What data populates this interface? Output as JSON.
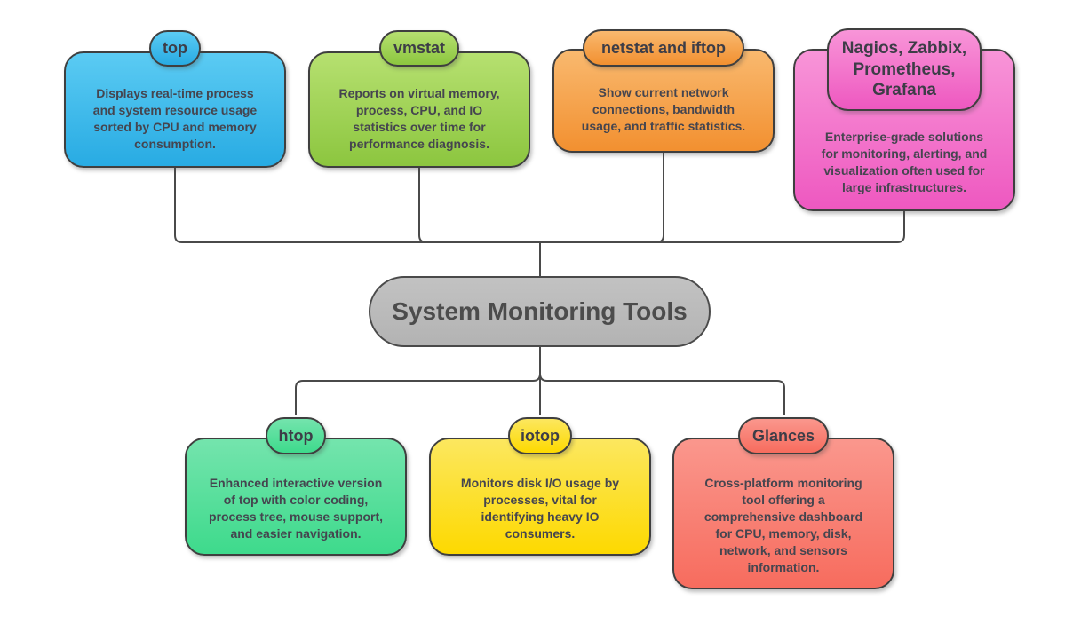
{
  "background": "#ffffff",
  "line_color": "#4a4a4a",
  "border_color": "#3f3f3f",
  "text_color": "#45454f",
  "root": {
    "label": "System Monitoring Tools",
    "fill": {
      "top": "#c2c2c2",
      "bottom": "#b3b3b3"
    }
  },
  "top_row": [
    {
      "id": "top",
      "label": "top",
      "description": "Displays real-time process\nand system resource usage\nsorted by CPU and memory\nconsumption.",
      "fill": {
        "top": "#5bcbf3",
        "bottom": "#28abe3"
      }
    },
    {
      "id": "vmstat",
      "label": "vmstat",
      "description": "Reports on virtual memory,\nprocess, CPU, and IO\nstatistics over time for\nperformance diagnosis.",
      "fill": {
        "top": "#b6e070",
        "bottom": "#8cc63f"
      }
    },
    {
      "id": "netstat-iftop",
      "label": "netstat and iftop",
      "description": "Show current network\nconnections, bandwidth\nusage, and traffic statistics.",
      "fill": {
        "top": "#f9b96f",
        "bottom": "#f29030"
      }
    },
    {
      "id": "nagios-zabbix-prometheus-grafana",
      "label": "Nagios, Zabbix,\nPrometheus,\nGrafana",
      "description": "Enterprise-grade solutions\nfor monitoring, alerting, and\nvisualization often used for\nlarge infrastructures.",
      "fill": {
        "top": "#f895d8",
        "bottom": "#ee58c0"
      }
    }
  ],
  "bottom_row": [
    {
      "id": "htop",
      "label": "htop",
      "description": "Enhanced interactive version\nof top with color coding,\nprocess tree, mouse support,\nand easier navigation.",
      "fill": {
        "top": "#74e4ad",
        "bottom": "#3eda8c"
      }
    },
    {
      "id": "iotop",
      "label": "iotop",
      "description": "Monitors disk I/O usage by\nprocesses, vital for\nidentifying heavy IO\nconsumers.",
      "fill": {
        "top": "#fce75f",
        "bottom": "#fdd900"
      }
    },
    {
      "id": "glances",
      "label": "Glances",
      "description": "Cross-platform monitoring\ntool offering a\ncomprehensive dashboard\nfor CPU, memory, disk,\nnetwork, and sensors\ninformation.",
      "fill": {
        "top": "#fa978d",
        "bottom": "#f76c5e"
      }
    }
  ]
}
